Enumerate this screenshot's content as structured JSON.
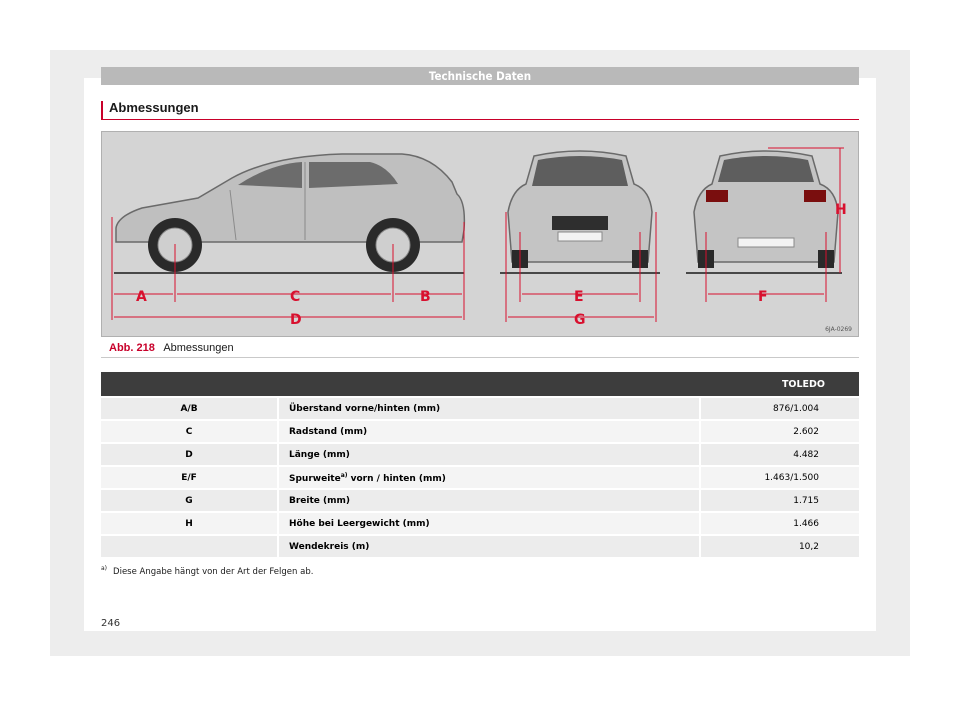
{
  "header": {
    "title": "Technische Daten"
  },
  "section": {
    "title": "Abmessungen"
  },
  "figure": {
    "image_code": "6JA-0269",
    "caption_number": "Abb. 218",
    "caption_text": "Abmessungen",
    "dimension_labels": {
      "a": "A",
      "b": "B",
      "c": "C",
      "d": "D",
      "e": "E",
      "f": "F",
      "g": "G",
      "h": "H"
    }
  },
  "table": {
    "headers": [
      "",
      "",
      "TOLEDO"
    ],
    "rows": [
      {
        "code": "A/B",
        "label": "Überstand vorne/hinten (mm)",
        "sup": "",
        "label_rest": "",
        "value": "876/1.004"
      },
      {
        "code": "C",
        "label": "Radstand (mm)",
        "sup": "",
        "label_rest": "",
        "value": "2.602"
      },
      {
        "code": "D",
        "label": "Länge (mm)",
        "sup": "",
        "label_rest": "",
        "value": "4.482"
      },
      {
        "code": "E/F",
        "label": "Spurweite",
        "sup": "a)",
        "label_rest": " vorn / hinten (mm)",
        "value": "1.463/1.500"
      },
      {
        "code": "G",
        "label": "Breite (mm)",
        "sup": "",
        "label_rest": "",
        "value": "1.715"
      },
      {
        "code": "H",
        "label": "Höhe bei Leergewicht (mm)",
        "sup": "",
        "label_rest": "",
        "value": "1.466"
      },
      {
        "code": "",
        "label": "Wendekreis (m)",
        "sup": "",
        "label_rest": "",
        "value": "10,2"
      }
    ]
  },
  "footnote": {
    "marker": "a)",
    "text": "Diese Angabe hängt von der Art der Felgen ab."
  },
  "page_number": "246",
  "colors": {
    "accent": "#c8002a",
    "header_bar": "#b9b9b9",
    "table_header": "#3d3d3d",
    "row_bg": "#ececec"
  }
}
